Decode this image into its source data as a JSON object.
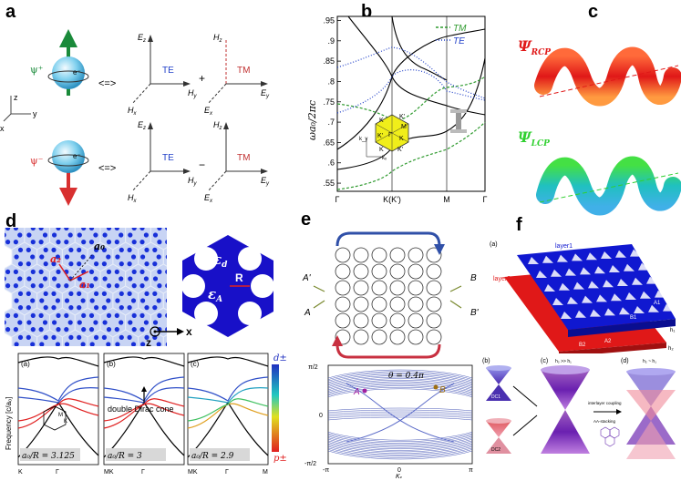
{
  "panels": {
    "a": {
      "label": "a",
      "psi_plus": "ψ⁺",
      "psi_minus": "ψ⁻",
      "electron": "e⁻",
      "equiv": "<=>",
      "plus": "+",
      "minus": "−",
      "TE": "TE",
      "TM": "TM",
      "Ez": "E",
      "Ez_sub": "z",
      "Hy": "H",
      "Hy_sub": "y",
      "Hx": "H",
      "Hx_sub": "x",
      "Hz": "H",
      "Hz_sub": "z",
      "Ey": "E",
      "Ey_sub": "y",
      "Ex": "E",
      "Ex_sub": "x",
      "axis_z": "z",
      "axis_y": "y",
      "axis_x": "x"
    },
    "b": {
      "label": "b",
      "ylabel": "ωa₀/2πc",
      "legend_tm": "TM",
      "legend_te": "TE",
      "hex_K": "K",
      "hex_Kp": "K'",
      "hex_M": "M",
      "hex_G": "Γ",
      "kx": "kₓ",
      "ky": "k_y"
    },
    "c": {
      "label": "c",
      "rcp": "Ψ",
      "rcp_sub": "RCP",
      "lcp": "Ψ",
      "lcp_sub": "LCP"
    },
    "d": {
      "label": "d",
      "a0": "a₀",
      "a1": "a₁",
      "a2": "a₂",
      "eps_d": "ε",
      "eps_d_sub": "d",
      "eps_A": "ε",
      "eps_A_sub": "A",
      "R": "R",
      "dlabel": "d",
      "z": "z",
      "x": "x",
      "sub_a": "(a)",
      "sub_b": "(b)",
      "sub_c": "(c)",
      "ylabel": "Frequency [c/a₀]",
      "annot": "double Dirac cone",
      "ratio_a": "a₀/R = 3.125",
      "ratio_b": "a₀/R = 3",
      "ratio_c": "a₀/R = 2.9",
      "x_left": "K",
      "x_mid": "Γ",
      "x_mk": "MK",
      "x_right": "M",
      "legend_top": "d±",
      "legend_bot": "p±",
      "bz_M": "M",
      "bz_K": "K"
    },
    "e": {
      "label": "e",
      "Ap": "A'",
      "A": "A",
      "Bp": "B'",
      "B": "B",
      "theta": "θ = 0.4π",
      "yt_top": "π/2",
      "yt_mid": "0",
      "yt_bot": "-π/2",
      "xt_left": "-π",
      "xt_mid": "0",
      "xt_right": "π",
      "xlabel": "Kₓ",
      "pointA": "A",
      "pointB": "B"
    },
    "f": {
      "label": "f",
      "sub_a": "(a)",
      "sub_b": "(b)",
      "sub_c": "(c)",
      "sub_d": "(d)",
      "layer1": "layer1",
      "layer2": "layer2",
      "A1": "A1",
      "B1": "B1",
      "A2": "A2",
      "B2": "B2",
      "h1": "h₁",
      "h2": "h₂",
      "DC1": "DC1",
      "DC2": "DC2",
      "cond_c": "h₂ >> h₁",
      "cond_d": "h₂ ~ h₁",
      "interlayer": "interlayer coupling",
      "aa": "AA-stacking"
    }
  },
  "chart_data": [
    {
      "type": "line",
      "title": "",
      "xlabel": "",
      "ylabel": "ωa₀/2πc",
      "x_ticks": [
        "Γ",
        "K(K')",
        "M",
        "Γ"
      ],
      "y_ticks": [
        0.55,
        0.6,
        0.65,
        0.7,
        0.75,
        0.8,
        0.85,
        0.9,
        0.95
      ],
      "ylim": [
        0.53,
        0.96
      ],
      "legend": [
        {
          "name": "TM",
          "style": "dashed",
          "color": "#2e9a2e"
        },
        {
          "name": "TE",
          "style": "dotted",
          "color": "#2040c8"
        }
      ],
      "legend_placement": "top-right"
    },
    {
      "type": "line",
      "title": "",
      "ylabel": "Frequency [c/a₀]",
      "subplots": [
        "(a)",
        "(b)",
        "(c)"
      ],
      "annotations": [
        "a₀/R = 3.125",
        "a₀/R = 3",
        "a₀/R = 2.9",
        "double Dirac cone"
      ],
      "colorbar": {
        "top": "d±",
        "bottom": "p±"
      }
    },
    {
      "type": "line",
      "title": "",
      "annotation": "θ = 0.4π",
      "x_ticks": [
        "-π",
        "0",
        "π"
      ],
      "y_ticks": [
        "π/2",
        "0",
        "-π/2"
      ],
      "xlabel": "Kₓ"
    }
  ]
}
